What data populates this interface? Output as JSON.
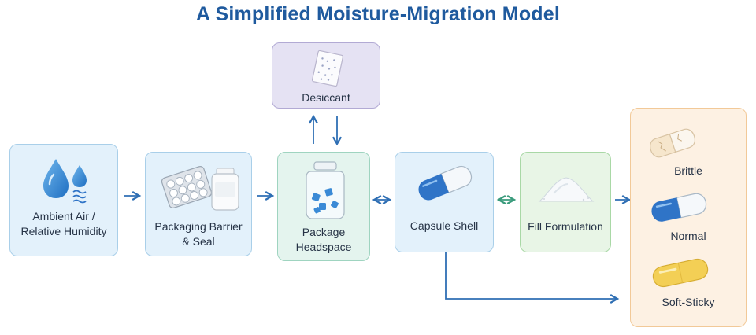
{
  "title": "A Simplified Moisture-Migration Model",
  "nodes": {
    "ambient": "Ambient Air /\nRelative Humidity",
    "packaging": "Packaging Barrier\n& Seal",
    "headspace": "Package\nHeadspace",
    "desiccant": "Desiccant",
    "capsule": "Capsule Shell",
    "fill": "Fill Formulation"
  },
  "outcomes": [
    "Brittle",
    "Normal",
    "Soft-Sticky"
  ],
  "colors": {
    "arrow_blue": "#2f6fb4",
    "arrow_green": "#3a9b7c",
    "capsule_blue": "#2f74c7",
    "capsule_yellow": "#f3cf55"
  }
}
